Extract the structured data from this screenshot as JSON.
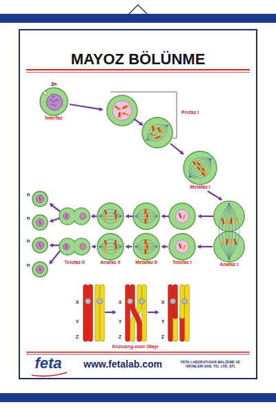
{
  "diagram": {
    "title": "MAYOZ BÖLÜNME",
    "nodes": [
      {
        "text": [
          "2n",
          "İnterfaz"
        ]
      },
      {
        "text": [
          "Metafaz I"
        ]
      },
      {
        "text": [
          "Anafaz I"
        ]
      },
      {
        "text": [
          "Telofaz I"
        ]
      },
      {
        "text": [
          "Metafaz II"
        ]
      },
      {
        "text": [
          "Anafaz II"
        ]
      },
      {
        "text": [
          "Telofaz II"
        ]
      }
    ],
    "edges": [
      {
        "from": 1,
        "to": 2,
        "arrow": "to"
      },
      {
        "from": 2,
        "to": 3,
        "arrow": "to"
      },
      {
        "from": 3,
        "to": 4,
        "arrow": "to"
      },
      {
        "from": 4,
        "to": 5,
        "arrow": "to"
      },
      {
        "from": 5,
        "to": 6,
        "arrow": "to"
      }
    ],
    "labels": [
      "Profaz I",
      "n",
      "n",
      "n",
      "n",
      "X",
      "Y",
      "Z",
      "X",
      "Y",
      "Z",
      "X",
      "Y",
      "Z",
      "Krossing-over Olayı",
      "feta",
      "www.fetalab.com",
      "FETA LABORATUVAR MALZEME VE ÜRÜNLERİ SAN. TİC. LTD. ŞTİ."
    ]
  }
}
